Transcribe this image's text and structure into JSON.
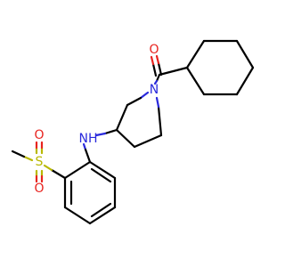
{
  "colors": {
    "bond": "#000000",
    "oxygen": "#e8231e",
    "nitrogen": "#2a2adc",
    "sulfur": "#b8b800",
    "background": "#ffffff"
  },
  "atoms": {
    "carbonyl_oxygen": "O",
    "ring_nitrogen": "N",
    "amine": "NH",
    "sulfur": "S",
    "sulfonyl_oxygen_top": "O",
    "sulfonyl_oxygen_bottom": "O"
  }
}
